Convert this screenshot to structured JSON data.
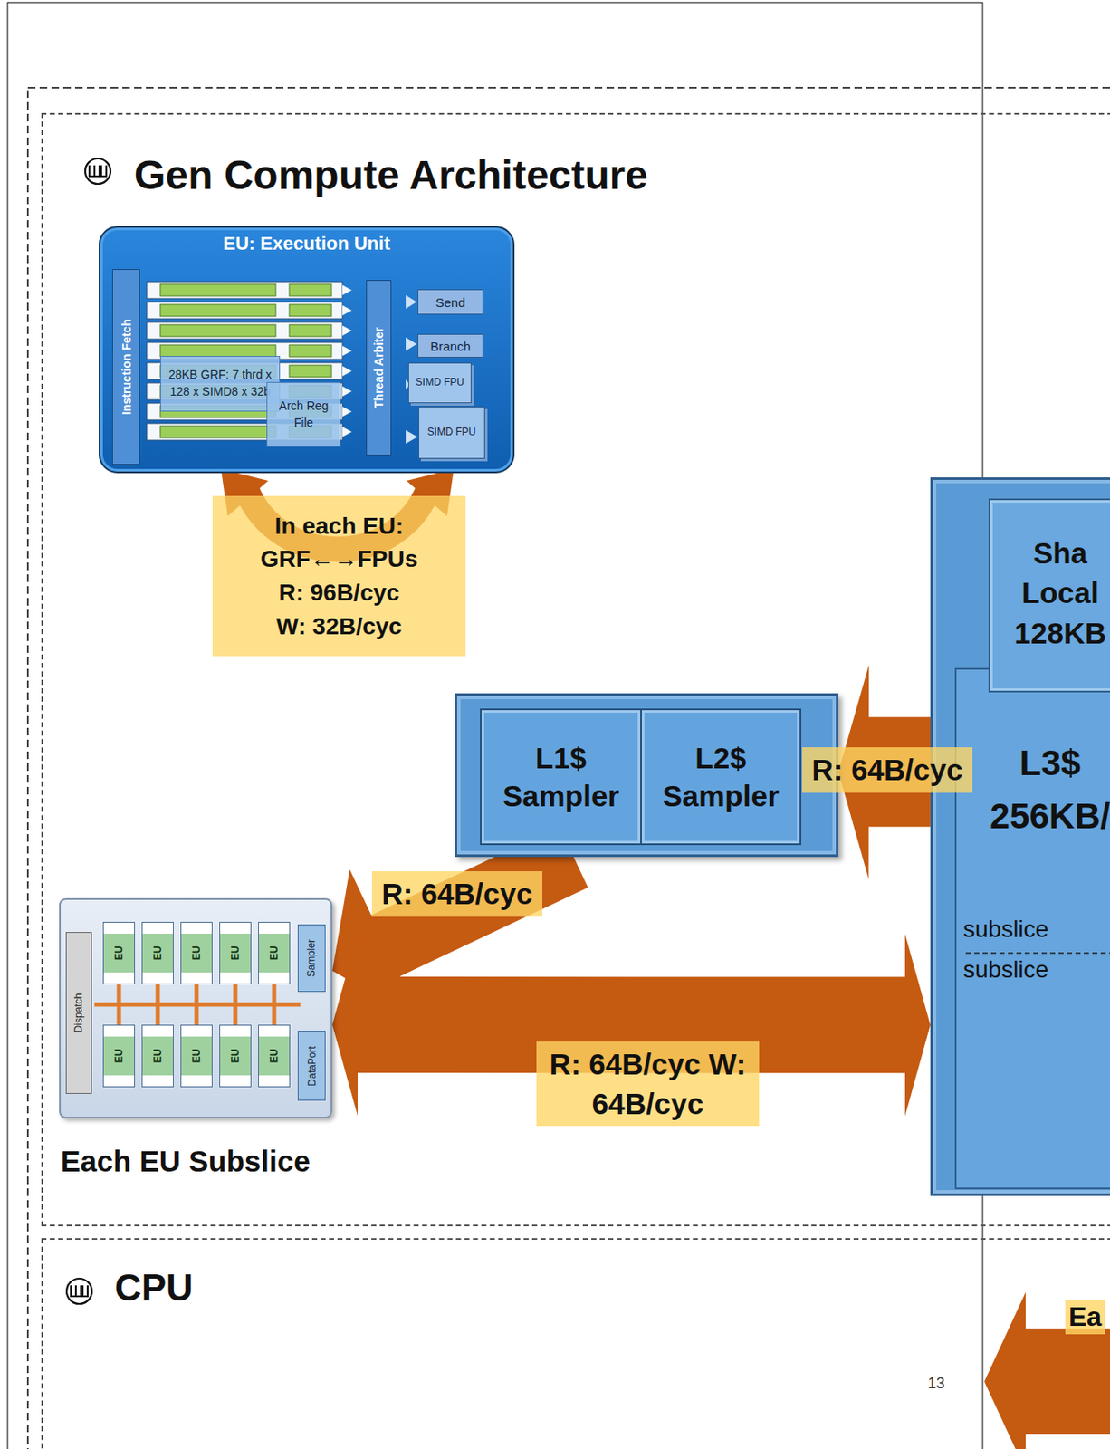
{
  "diagram": {
    "nodes": [
      {
        "text": [
          "Gen Compute Architecture"
        ]
      },
      {
        "text": [
          "EU: Execution Unit"
        ],
        "in": 0
      },
      {
        "text": [
          "Instruction Fetch"
        ],
        "in": 1
      },
      {
        "text": [
          "28KB GRF: 7 thrd x 128 x SIMD8 x 32b"
        ],
        "in": 1
      },
      {
        "text": [
          "Arch Reg File"
        ],
        "in": 1
      },
      {
        "text": [
          "Thread Arbiter"
        ],
        "in": 1
      },
      {
        "text": [
          "Send"
        ],
        "in": 1
      },
      {
        "text": [
          "Branch"
        ],
        "in": 1
      },
      {
        "text": [
          "SIMD FPU"
        ],
        "in": 1
      },
      {
        "text": [
          "SIMD FPU"
        ],
        "in": 1
      },
      {
        "text": [
          "In each EU:",
          "GRF←→FPUs",
          "R: 96B/cyc",
          "W: 32B/cyc"
        ],
        "in": 0
      },
      {
        "text": [
          "L3$ 256KB/"
        ],
        "in": 0
      },
      {
        "text": [
          "Sha Local 128KB"
        ],
        "in": 11
      },
      {
        "text": [],
        "in": 0
      },
      {
        "text": [
          "L1$ Sampler"
        ],
        "in": 13
      },
      {
        "text": [
          "L2$ Sampler"
        ],
        "in": 13
      },
      {
        "text": [
          "Each EU Subslice"
        ],
        "in": 0
      },
      {
        "text": [
          "Dispatch"
        ],
        "in": 16
      },
      {
        "text": [
          "EU"
        ],
        "in": 16
      },
      {
        "text": [
          "EU"
        ],
        "in": 16
      },
      {
        "text": [
          "EU"
        ],
        "in": 16
      },
      {
        "text": [
          "EU"
        ],
        "in": 16
      },
      {
        "text": [
          "EU"
        ],
        "in": 16
      },
      {
        "text": [
          "Sampler"
        ],
        "in": 16
      },
      {
        "text": [
          "EU"
        ],
        "in": 16
      },
      {
        "text": [
          "EU"
        ],
        "in": 16
      },
      {
        "text": [
          "EU"
        ],
        "in": 16
      },
      {
        "text": [
          "EU"
        ],
        "in": 16
      },
      {
        "text": [
          "EU"
        ],
        "in": 16
      },
      {
        "text": [
          "DataPort"
        ],
        "in": 16
      },
      {
        "text": [
          "CPU"
        ]
      }
    ],
    "edges": [
      {
        "from": 11,
        "to": 13,
        "label": "R: 64B/cyc",
        "arrow": "to"
      },
      {
        "from": 13,
        "to": 16,
        "label": "R: 64B/cyc",
        "arrow": "to"
      },
      {
        "from": 16,
        "to": 11,
        "label": "R: 64B/cyc W: 64B/cyc",
        "arrow": "both"
      }
    ],
    "labels": [
      "subslice",
      "subslice",
      "Ea",
      "13"
    ]
  }
}
